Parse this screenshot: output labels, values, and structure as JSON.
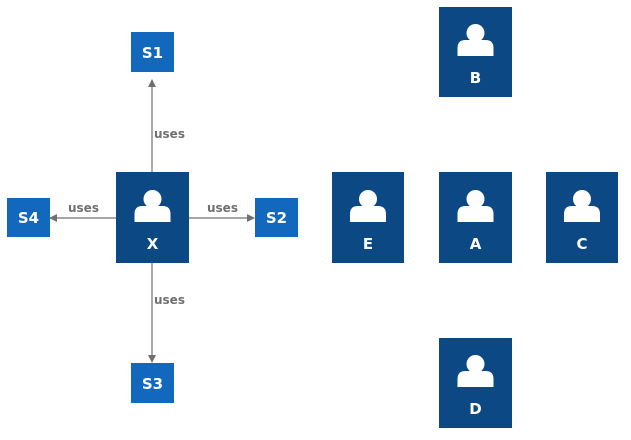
{
  "colors": {
    "background": "#ffffff",
    "person_fill": "#0b4884",
    "system_fill": "#1168bd",
    "text_on_fill": "#ffffff",
    "edge": "#707070",
    "edge_label": "#707070"
  },
  "persons": {
    "x": {
      "label": "X",
      "icon": "person-icon"
    },
    "a": {
      "label": "A",
      "icon": "person-icon"
    },
    "b": {
      "label": "B",
      "icon": "person-icon"
    },
    "c": {
      "label": "C",
      "icon": "person-icon"
    },
    "d": {
      "label": "D",
      "icon": "person-icon"
    },
    "e": {
      "label": "E",
      "icon": "person-icon"
    }
  },
  "systems": {
    "s1": {
      "label": "S1"
    },
    "s2": {
      "label": "S2"
    },
    "s3": {
      "label": "S3"
    },
    "s4": {
      "label": "S4"
    }
  },
  "relationships": [
    {
      "from": "X",
      "to": "S1",
      "label": "uses"
    },
    {
      "from": "X",
      "to": "S2",
      "label": "uses"
    },
    {
      "from": "X",
      "to": "S3",
      "label": "uses"
    },
    {
      "from": "X",
      "to": "S4",
      "label": "uses"
    }
  ]
}
